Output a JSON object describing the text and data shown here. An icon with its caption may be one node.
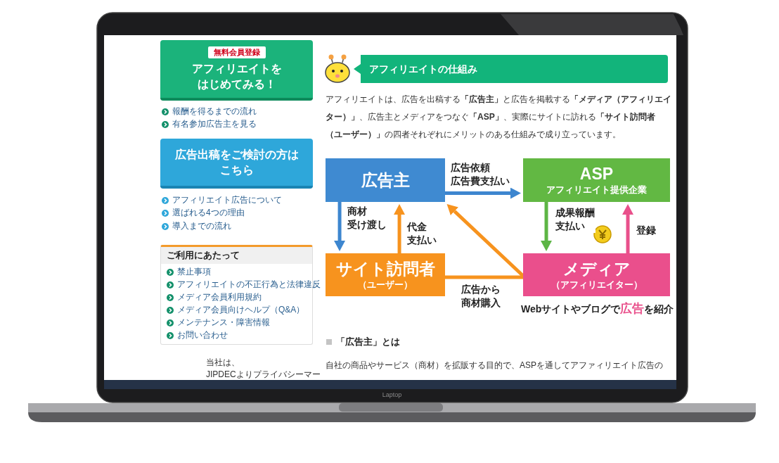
{
  "diagram": {
    "title": "アフィリエイトの仕組み",
    "nodes": [
      {
        "text": [
          "広告主"
        ]
      },
      {
        "text": [
          "ASP",
          "アフィリエイト提供企業"
        ]
      },
      {
        "text": [
          "サイト訪問者",
          "（ユーザー）"
        ]
      },
      {
        "text": [
          "メディア",
          "（アフィリエイター）"
        ],
        "beside": [
          "Webサイトやブログで**広告**を紹介"
        ]
      },
      {
        "text": [
          "無料会員登録",
          "アフィリエイトをはじめてみる！"
        ]
      },
      {
        "text": [
          "広告出稿をご検討の方はこちら"
        ]
      },
      {
        "text": [
          "ご利用にあたって"
        ]
      }
    ],
    "edges": [
      {
        "from": 0,
        "to": 1,
        "arrow": "to",
        "label": "広告依頼広告費支払い",
        "color": "#3d86cf"
      },
      {
        "from": 0,
        "to": 2,
        "arrow": "to",
        "label": "商材受け渡し",
        "color": "#3d86cf"
      },
      {
        "from": 2,
        "to": 0,
        "arrow": "to",
        "label": "代金支払い",
        "color": "#f7931e"
      },
      {
        "from": 1,
        "to": 3,
        "arrow": "to",
        "label": "成果報酬支払い",
        "color": "#5db545"
      },
      {
        "from": 3,
        "to": 1,
        "arrow": "to",
        "label": "登録",
        "color": "#e9508b"
      },
      {
        "from": 2,
        "to": 3,
        "arrow": "none",
        "label": "広告から商材購入",
        "color": "#f7931e"
      },
      {
        "from": 3,
        "to": 0,
        "arrow": "to",
        "color": "#f7931e"
      }
    ],
    "labels": [
      "報酬を得るまでの流れ",
      "有名参加広告主を見る",
      "アフィリエイト広告について",
      "選ばれる4つの理由",
      "導入までの流れ",
      "禁止事項",
      "アフィリエイトの不正行為と法律違反",
      "メディア会員利用規約",
      "メディア会員向けヘルプ（Q&A）",
      "メンテナンス・障害情報",
      "お問い合わせ",
      "当社は、JIPDECよりプライバシーマー",
      "アフィリエイトは、広告を出稿する**「広告主」**と広告を掲載する**「メディア（アフィリエイター）」**、広告主とメディアをつなぐ**「ASP」**、実際にサイトに訪れる**「サイト訪問者（ユーザー）」**の四者それぞれにメリットのある仕組みで成り立っています。",
      "「広告主」とは",
      "自社の商品やサービス（商材）を拡販する目的で、ASPを通してアファィリエイト広告の",
      "Laptop"
    ]
  }
}
